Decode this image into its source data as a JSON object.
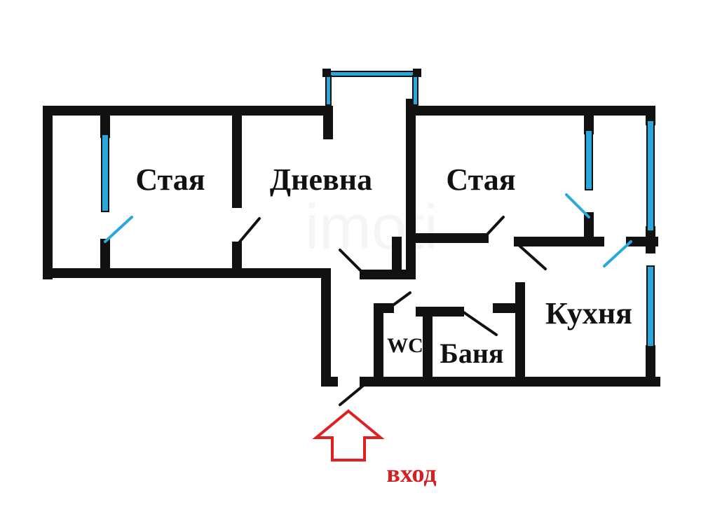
{
  "colors": {
    "wall": "#111111",
    "window": "#2aa8dc",
    "arrow": "#e02020",
    "entrance_text": "#d42020",
    "background": "#ffffff"
  },
  "rooms": {
    "room_left": "Стая",
    "living": "Дневна",
    "room_right": "Стая",
    "kitchen": "Кухня",
    "wc": "WC",
    "bathroom": "Баня"
  },
  "entrance": {
    "label": "вход",
    "arrow_icon": "up-arrow-icon"
  },
  "watermark": "imoti"
}
